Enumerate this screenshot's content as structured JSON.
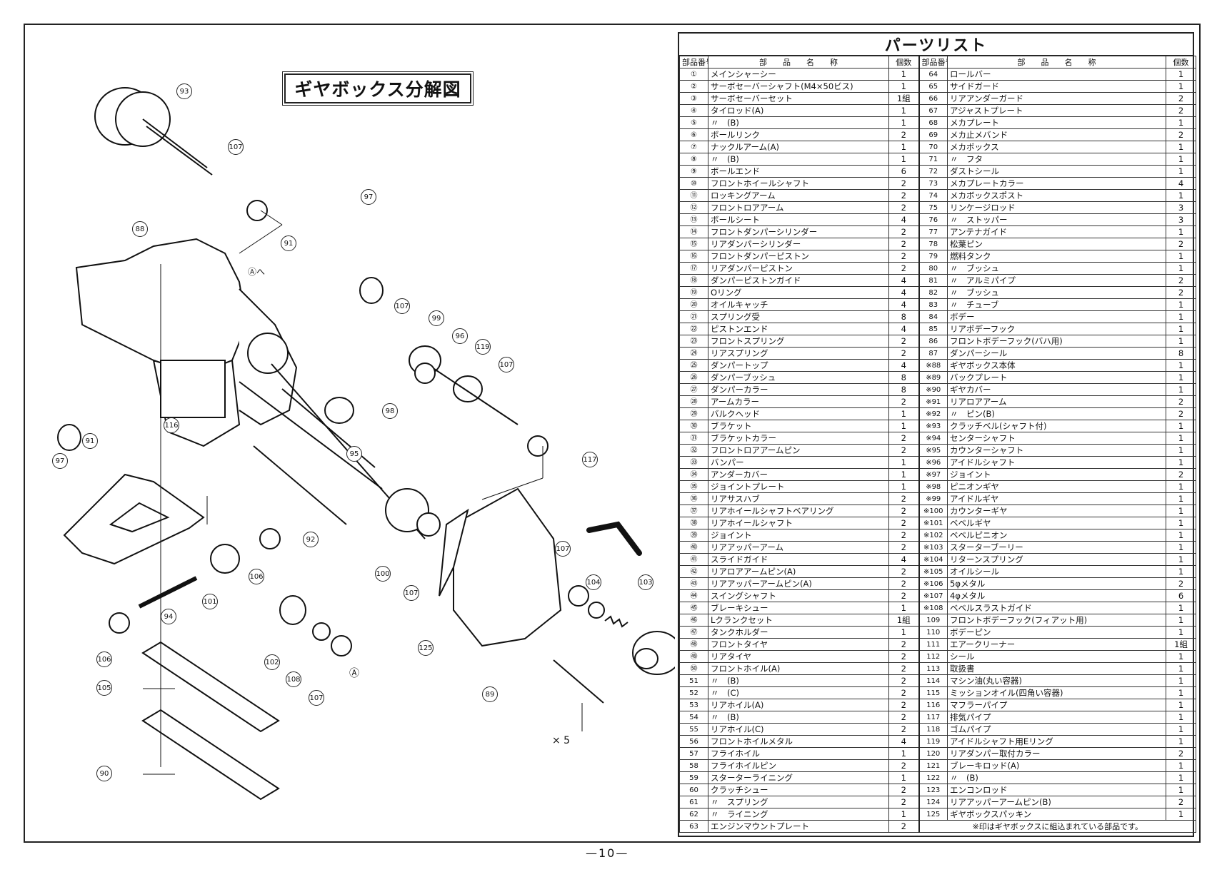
{
  "diagram": {
    "title": "ギヤボックス分解図",
    "callouts": [
      "93",
      "107",
      "97",
      "88",
      "91",
      "Ⓐへ",
      "99",
      "96",
      "119",
      "107",
      "107",
      "98",
      "95",
      "116",
      "97",
      "91",
      "117",
      "92",
      "100",
      "106",
      "107",
      "104",
      "103",
      "101",
      "94",
      "107",
      "125",
      "89",
      "106",
      "102",
      "108",
      "107",
      "105",
      "90",
      "Ⓐ"
    ],
    "times5": "× 5"
  },
  "parts_list": {
    "title": "パーツリスト",
    "headers": {
      "no": "部品番号",
      "name": "部　　品　　名　　称",
      "qty": "個数"
    },
    "left": [
      [
        "①",
        "メインシャーシー",
        "1"
      ],
      [
        "②",
        "サーボセーバーシャフト(M4×50ビス)",
        "1"
      ],
      [
        "③",
        "サーボセーバーセット",
        "1組"
      ],
      [
        "④",
        "タイロッド(A)",
        "1"
      ],
      [
        "⑤",
        "〃　(B)",
        "1"
      ],
      [
        "⑥",
        "ボールリンク",
        "2"
      ],
      [
        "⑦",
        "ナックルアーム(A)",
        "1"
      ],
      [
        "⑧",
        "〃　(B)",
        "1"
      ],
      [
        "⑨",
        "ボールエンド",
        "6"
      ],
      [
        "⑩",
        "フロントホイールシャフト",
        "2"
      ],
      [
        "⑪",
        "ロッキングアーム",
        "2"
      ],
      [
        "⑫",
        "フロントロアアーム",
        "2"
      ],
      [
        "⑬",
        "ボールシート",
        "4"
      ],
      [
        "⑭",
        "フロントダンパーシリンダー",
        "2"
      ],
      [
        "⑮",
        "リアダンパーシリンダー",
        "2"
      ],
      [
        "⑯",
        "フロントダンパーピストン",
        "2"
      ],
      [
        "⑰",
        "リアダンパーピストン",
        "2"
      ],
      [
        "⑱",
        "ダンパーピストンガイド",
        "4"
      ],
      [
        "⑲",
        "Oリング",
        "4"
      ],
      [
        "⑳",
        "オイルキャッチ",
        "4"
      ],
      [
        "㉑",
        "スプリング受",
        "8"
      ],
      [
        "㉒",
        "ピストンエンド",
        "4"
      ],
      [
        "㉓",
        "フロントスプリング",
        "2"
      ],
      [
        "㉔",
        "リアスプリング",
        "2"
      ],
      [
        "㉕",
        "ダンパートップ",
        "4"
      ],
      [
        "㉖",
        "ダンパーブッシュ",
        "8"
      ],
      [
        "㉗",
        "ダンパーカラー",
        "8"
      ],
      [
        "㉘",
        "アームカラー",
        "2"
      ],
      [
        "㉙",
        "バルクヘッド",
        "1"
      ],
      [
        "㉚",
        "ブラケット",
        "1"
      ],
      [
        "㉛",
        "ブラケットカラー",
        "2"
      ],
      [
        "㉜",
        "フロントロアアームピン",
        "2"
      ],
      [
        "㉝",
        "バンパー",
        "1"
      ],
      [
        "㉞",
        "アンダーカバー",
        "1"
      ],
      [
        "㉟",
        "ジョイントプレート",
        "1"
      ],
      [
        "㊱",
        "リアサスハブ",
        "2"
      ],
      [
        "㊲",
        "リアホイールシャフトベアリング",
        "2"
      ],
      [
        "㊳",
        "リアホイールシャフト",
        "2"
      ],
      [
        "㊴",
        "ジョイント",
        "2"
      ],
      [
        "㊵",
        "リアアッパーアーム",
        "2"
      ],
      [
        "㊶",
        "スライドガイド",
        "4"
      ],
      [
        "㊷",
        "リアロアアームピン(A)",
        "2"
      ],
      [
        "㊸",
        "リアアッパーアームピン(A)",
        "2"
      ],
      [
        "㊹",
        "スイングシャフト",
        "2"
      ],
      [
        "㊺",
        "ブレーキシュー",
        "1"
      ],
      [
        "㊻",
        "Lクランクセット",
        "1組"
      ],
      [
        "㊼",
        "タンクホルダー",
        "1"
      ],
      [
        "㊽",
        "フロントタイヤ",
        "2"
      ],
      [
        "㊾",
        "リアタイヤ",
        "2"
      ],
      [
        "㊿",
        "フロントホイル(A)",
        "2"
      ],
      [
        "51",
        "〃　(B)",
        "2"
      ],
      [
        "52",
        "〃　(C)",
        "2"
      ],
      [
        "53",
        "リアホイル(A)",
        "2"
      ],
      [
        "54",
        "〃　(B)",
        "2"
      ],
      [
        "55",
        "リアホイル(C)",
        "2"
      ],
      [
        "56",
        "フロントホイルメタル",
        "4"
      ],
      [
        "57",
        "フライホイル",
        "1"
      ],
      [
        "58",
        "フライホイルピン",
        "2"
      ],
      [
        "59",
        "スターターライニング",
        "1"
      ],
      [
        "60",
        "クラッチシュー",
        "2"
      ],
      [
        "61",
        "〃　スプリング",
        "2"
      ],
      [
        "62",
        "〃　ライニング",
        "1"
      ],
      [
        "63",
        "エンジンマウントプレート",
        "2"
      ]
    ],
    "right": [
      [
        "64",
        "ロールバー",
        "1"
      ],
      [
        "65",
        "サイドガード",
        "1"
      ],
      [
        "66",
        "リアアンダーガード",
        "2"
      ],
      [
        "67",
        "アジャストプレート",
        "2"
      ],
      [
        "68",
        "メカプレート",
        "1"
      ],
      [
        "69",
        "メカ止メバンド",
        "2"
      ],
      [
        "70",
        "メカボックス",
        "1"
      ],
      [
        "71",
        "〃　フタ",
        "1"
      ],
      [
        "72",
        "ダストシール",
        "1"
      ],
      [
        "73",
        "メカプレートカラー",
        "4"
      ],
      [
        "74",
        "メカボックスポスト",
        "1"
      ],
      [
        "75",
        "リンケージロッド",
        "3"
      ],
      [
        "76",
        "〃　ストッパー",
        "3"
      ],
      [
        "77",
        "アンテナガイド",
        "1"
      ],
      [
        "78",
        "松葉ピン",
        "2"
      ],
      [
        "79",
        "燃料タンク",
        "1"
      ],
      [
        "80",
        "〃　ブッシュ",
        "1"
      ],
      [
        "81",
        "〃　アルミパイプ",
        "2"
      ],
      [
        "82",
        "〃　ブッシュ",
        "2"
      ],
      [
        "83",
        "〃　チューブ",
        "1"
      ],
      [
        "84",
        "ボデー",
        "1"
      ],
      [
        "85",
        "リアボデーフック",
        "1"
      ],
      [
        "86",
        "フロントボデーフック(バハ用)",
        "1"
      ],
      [
        "87",
        "ダンパーシール",
        "8"
      ],
      [
        "※88",
        "ギヤボックス本体",
        "1"
      ],
      [
        "※89",
        "バックプレート",
        "1"
      ],
      [
        "※90",
        "ギヤカバー",
        "1"
      ],
      [
        "※91",
        "リアロアアーム",
        "2"
      ],
      [
        "※92",
        "〃　ピン(B)",
        "2"
      ],
      [
        "※93",
        "クラッチベル(シャフト付)",
        "1"
      ],
      [
        "※94",
        "センターシャフト",
        "1"
      ],
      [
        "※95",
        "カウンターシャフト",
        "1"
      ],
      [
        "※96",
        "アイドルシャフト",
        "1"
      ],
      [
        "※97",
        "ジョイント",
        "2"
      ],
      [
        "※98",
        "ピニオンギヤ",
        "1"
      ],
      [
        "※99",
        "アイドルギヤ",
        "1"
      ],
      [
        "※100",
        "カウンターギヤ",
        "1"
      ],
      [
        "※101",
        "ベベルギヤ",
        "1"
      ],
      [
        "※102",
        "ベベルピニオン",
        "1"
      ],
      [
        "※103",
        "スターターブーリー",
        "1"
      ],
      [
        "※104",
        "リターンスプリング",
        "1"
      ],
      [
        "※105",
        "オイルシール",
        "1"
      ],
      [
        "※106",
        "5φメタル",
        "2"
      ],
      [
        "※107",
        "4φメタル",
        "6"
      ],
      [
        "※108",
        "ベベルスラストガイド",
        "1"
      ],
      [
        "109",
        "フロントボデーフック(フィアット用)",
        "1"
      ],
      [
        "110",
        "ボデーピン",
        "1"
      ],
      [
        "111",
        "エアークリーナー",
        "1組"
      ],
      [
        "112",
        "シール",
        "1"
      ],
      [
        "113",
        "取扱書",
        "1"
      ],
      [
        "114",
        "マシン油(丸い容器)",
        "1"
      ],
      [
        "115",
        "ミッションオイル(四角い容器)",
        "1"
      ],
      [
        "116",
        "マフラーパイプ",
        "1"
      ],
      [
        "117",
        "排気パイプ",
        "1"
      ],
      [
        "118",
        "ゴムパイプ",
        "1"
      ],
      [
        "119",
        "アイドルシャフト用Eリング",
        "1"
      ],
      [
        "120",
        "リアダンパー取付カラー",
        "2"
      ],
      [
        "121",
        "ブレーキロッド(A)",
        "1"
      ],
      [
        "122",
        "〃　(B)",
        "1"
      ],
      [
        "123",
        "エンコンロッド",
        "1"
      ],
      [
        "124",
        "リアアッパーアームピン(B)",
        "2"
      ],
      [
        "125",
        "ギヤボックスパッキン",
        "1"
      ]
    ],
    "footnote": "※印はギヤボックスに組込まれている部品です。"
  },
  "page_number": "—10—"
}
